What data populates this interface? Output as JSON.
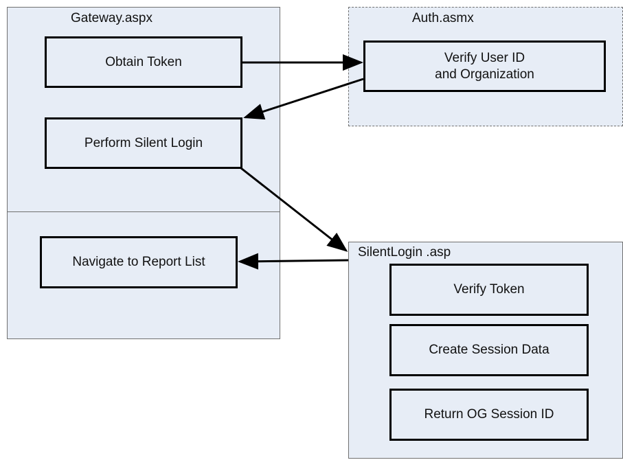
{
  "containers": {
    "gateway": {
      "title": "Gateway.aspx"
    },
    "auth": {
      "title": "Auth.asmx"
    },
    "silentlogin": {
      "title": "SilentLogin .asp"
    }
  },
  "steps": {
    "obtain_token": "Obtain Token",
    "perform_silent_login": "Perform Silent Login",
    "navigate_report_list": "Navigate to Report List",
    "verify_user": "Verify User ID\nand Organization",
    "verify_token": "Verify Token",
    "create_session": "Create Session Data",
    "return_session_id": "Return OG Session ID"
  },
  "colors": {
    "container_fill": "#e7edf6",
    "container_border": "#6f6f6f",
    "box_border": "#000000"
  }
}
